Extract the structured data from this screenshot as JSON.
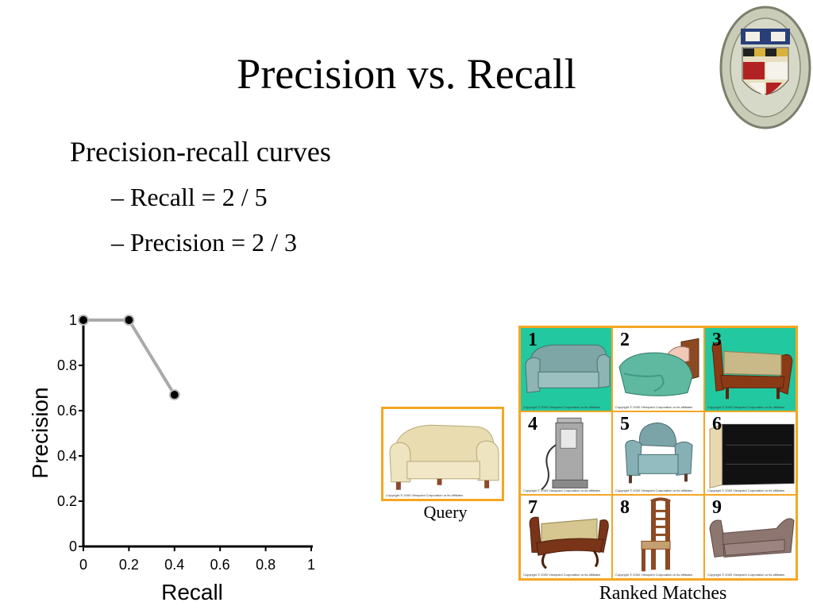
{
  "slide": {
    "title": "Precision vs. Recall",
    "bullet": "Precision-recall curves",
    "sub_bullets": [
      "– Recall = 2 / 5",
      "– Precision = 2 / 3"
    ]
  },
  "chart_data": {
    "type": "line",
    "xlabel": "Recall",
    "ylabel": "Precision",
    "xlim": [
      0,
      1
    ],
    "ylim": [
      0,
      1
    ],
    "x_ticks": [
      "0",
      "0.2",
      "0.4",
      "0.6",
      "0.8",
      "1"
    ],
    "y_ticks": [
      "0",
      "0.2",
      "0.4",
      "0.6",
      "0.8",
      "1"
    ],
    "x": [
      0,
      0.2,
      0.4
    ],
    "y": [
      1,
      1,
      0.67
    ],
    "grid": false,
    "line_color": "#aaaaaa"
  },
  "query": {
    "label": "Query",
    "copyright": "Copyright © 2000 Viewpoint Corporation or its affiliates"
  },
  "matches": {
    "label": "Ranked Matches",
    "items": [
      {
        "rank": "1",
        "item": "sofa",
        "match": true,
        "copyright": "Copyright © 2000 Viewpoint Corporation or its affiliates"
      },
      {
        "rank": "2",
        "item": "bed",
        "match": false,
        "copyright": "Copyright © 2000 Viewpoint Corporation or its affiliates"
      },
      {
        "rank": "3",
        "item": "daybed",
        "match": true,
        "copyright": "Copyright © 2000 Viewpoint Corporation or its affiliates"
      },
      {
        "rank": "4",
        "item": "gas-pump",
        "match": false,
        "copyright": "Copyright © 2000 Viewpoint Corporation or its affiliates"
      },
      {
        "rank": "5",
        "item": "armchair",
        "match": false,
        "copyright": "Copyright © 2000 Viewpoint Corporation or its affiliates"
      },
      {
        "rank": "6",
        "item": "dresser",
        "match": false,
        "copyright": "Copyright © 2000 Viewpoint Corporation or its affiliates"
      },
      {
        "rank": "7",
        "item": "settee",
        "match": false,
        "copyright": "Copyright © 2000 Viewpoint Corporation or its affiliates"
      },
      {
        "rank": "8",
        "item": "ladder-chair",
        "match": false,
        "copyright": "Copyright © 2000 Viewpoint Corporation or its affiliates"
      },
      {
        "rank": "9",
        "item": "chaise",
        "match": false,
        "copyright": "Copyright © 2000 Viewpoint Corporation or its affiliates"
      }
    ],
    "match_color": "#22c9a0",
    "frame_color": "#f5a623"
  }
}
